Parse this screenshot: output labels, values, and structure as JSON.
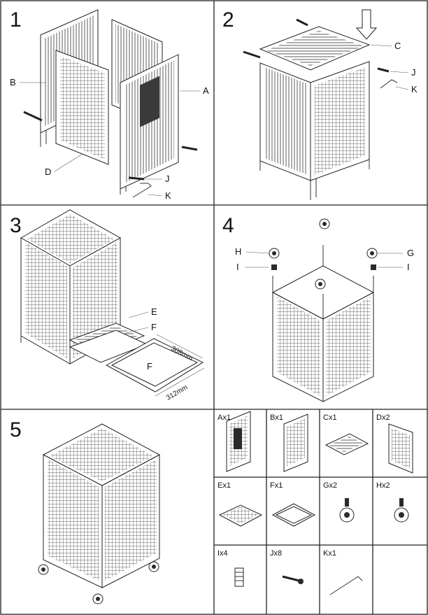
{
  "steps": [
    {
      "number": "1",
      "callouts": [
        "A",
        "B",
        "D",
        "J",
        "K"
      ]
    },
    {
      "number": "2",
      "callouts": [
        "C",
        "J",
        "K"
      ]
    },
    {
      "number": "3",
      "callouts": [
        "E",
        "F",
        "F"
      ],
      "dimensions": [
        "308mm",
        "312mm"
      ]
    },
    {
      "number": "4",
      "callouts": [
        "H",
        "I",
        "G",
        "I"
      ]
    },
    {
      "number": "5",
      "callouts": []
    }
  ],
  "parts": [
    {
      "label": "Ax1",
      "icon": "side-panel-with-door-icon"
    },
    {
      "label": "Bx1",
      "icon": "side-panel-icon"
    },
    {
      "label": "Cx1",
      "icon": "roof-panel-icon"
    },
    {
      "label": "Dx2",
      "icon": "side-panel-icon"
    },
    {
      "label": "Ex1",
      "icon": "grate-icon"
    },
    {
      "label": "Fx1",
      "icon": "tray-icon"
    },
    {
      "label": "Gx2",
      "icon": "caster-wheel-icon"
    },
    {
      "label": "Hx2",
      "icon": "caster-wheel-icon"
    },
    {
      "label": "Ix4",
      "icon": "plug-insert-icon"
    },
    {
      "label": "Jx8",
      "icon": "screw-icon"
    },
    {
      "label": "Kx1",
      "icon": "allen-key-icon"
    },
    {
      "label": "",
      "icon": "empty-cell"
    }
  ],
  "colors": {
    "line": "#222222",
    "background": "#ffffff"
  }
}
